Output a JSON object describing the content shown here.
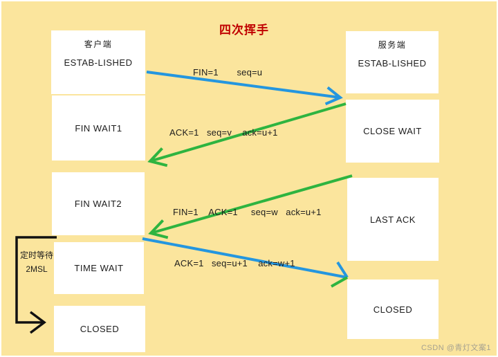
{
  "title": "四次挥手",
  "colors": {
    "background": "#FBE59D",
    "box": "#FFFFFF",
    "text": "#1C1C1C",
    "title_red": "#C00000",
    "arrow_blue": "#2496DF",
    "arrow_green": "#2EB440",
    "arrow_black": "#111111",
    "watermark": "#A5A190"
  },
  "client": {
    "header": "客户端",
    "top_state": "ESTAB-LISHED",
    "states": [
      "FIN WAIT1",
      "FIN WAIT2",
      "TIME WAIT",
      "CLOSED"
    ]
  },
  "server": {
    "header": "服务端",
    "top_state": "ESTAB-LISHED",
    "states": [
      "CLOSE WAIT",
      "LAST ACK",
      "CLOSED"
    ]
  },
  "messages": [
    {
      "label": "FIN=1       seq=u",
      "direction": "client-to-server",
      "color": "blue"
    },
    {
      "label": "ACK=1   seq=v    ack=u+1",
      "direction": "server-to-client",
      "color": "green"
    },
    {
      "label": "FIN=1    ACK=1     seq=w   ack=u+1",
      "direction": "server-to-client",
      "color": "green"
    },
    {
      "label": "ACK=1   seq=u+1    ack=w+1",
      "direction": "client-to-server",
      "color": "blue"
    }
  ],
  "timer": {
    "line1": "定时等待",
    "line2": "2MSL"
  },
  "watermark": "CSDN @青灯文案1"
}
